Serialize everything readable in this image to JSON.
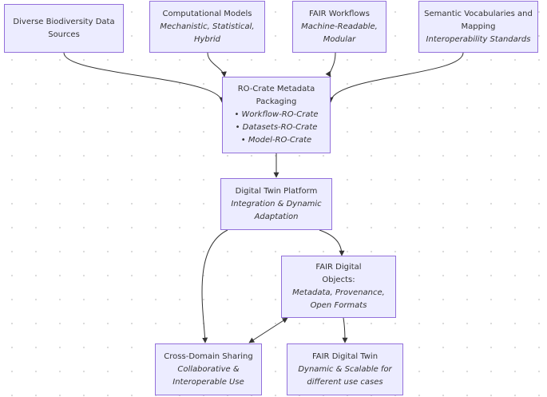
{
  "nodes": {
    "sources": {
      "lines": [
        "Diverse Biodiversity Data",
        "Sources"
      ]
    },
    "models": {
      "lines": [
        "Computational Models",
        "Mechanistic, Statistical,",
        "Hybrid"
      ]
    },
    "workflows": {
      "lines": [
        "FAIR Workflows",
        "Machine-Readable,",
        "Modular"
      ]
    },
    "vocab": {
      "lines": [
        "Semantic Vocabularies and",
        "Mapping",
        "Interoperability Standards"
      ]
    },
    "rocrate": {
      "lines": [
        "RO-Crate Metadata",
        "Packaging",
        "• Workflow-RO-Crate",
        "• Datasets-RO-Crate",
        "• Model-RO-Crate"
      ]
    },
    "platform": {
      "lines": [
        "Digital Twin Platform",
        "Integration & Dynamic",
        "Adaptation"
      ]
    },
    "fdo": {
      "lines": [
        "FAIR Digital",
        "Objects:",
        "Metadata, Provenance,",
        "Open Formats"
      ]
    },
    "sharing": {
      "lines": [
        "Cross-Domain Sharing",
        "Collaborative &",
        "Interoperable Use"
      ]
    },
    "twin": {
      "lines": [
        "FAIR Digital Twin",
        "Dynamic & Scalable for",
        "different use cases"
      ]
    }
  },
  "colors": {
    "node_fill": "#ececff",
    "node_border": "#9370db",
    "edge": "#333333",
    "text": "#333333"
  }
}
